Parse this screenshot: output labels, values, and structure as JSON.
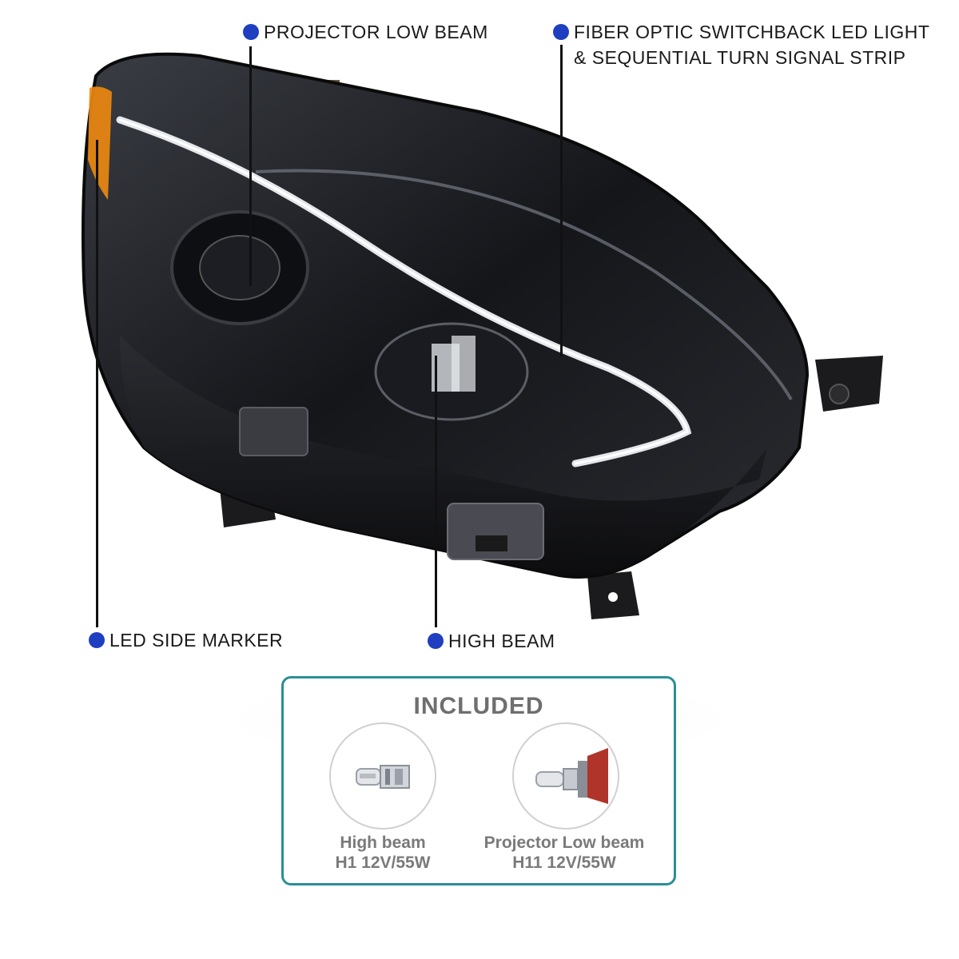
{
  "callouts": {
    "projector_low_beam": "PROJECTOR LOW BEAM",
    "fiber_optic_line1": "FIBER OPTIC SWITCHBACK LED LIGHT",
    "fiber_optic_line2": "& SEQUENTIAL TURN SIGNAL STRIP",
    "led_side_marker": "LED SIDE MARKER",
    "high_beam": "HIGH BEAM"
  },
  "included": {
    "title": "INCLUDED",
    "items": [
      {
        "name": "High beam",
        "spec": "H1 12V/55W",
        "icon": "h1-bulb-icon"
      },
      {
        "name": "Projector Low beam",
        "spec": "H11 12V/55W",
        "icon": "h11-bulb-icon"
      }
    ]
  },
  "colors": {
    "dot": "#1f3fc0",
    "box_border": "#2a8f95",
    "amber": "#f08a10",
    "housing": "#141414"
  }
}
